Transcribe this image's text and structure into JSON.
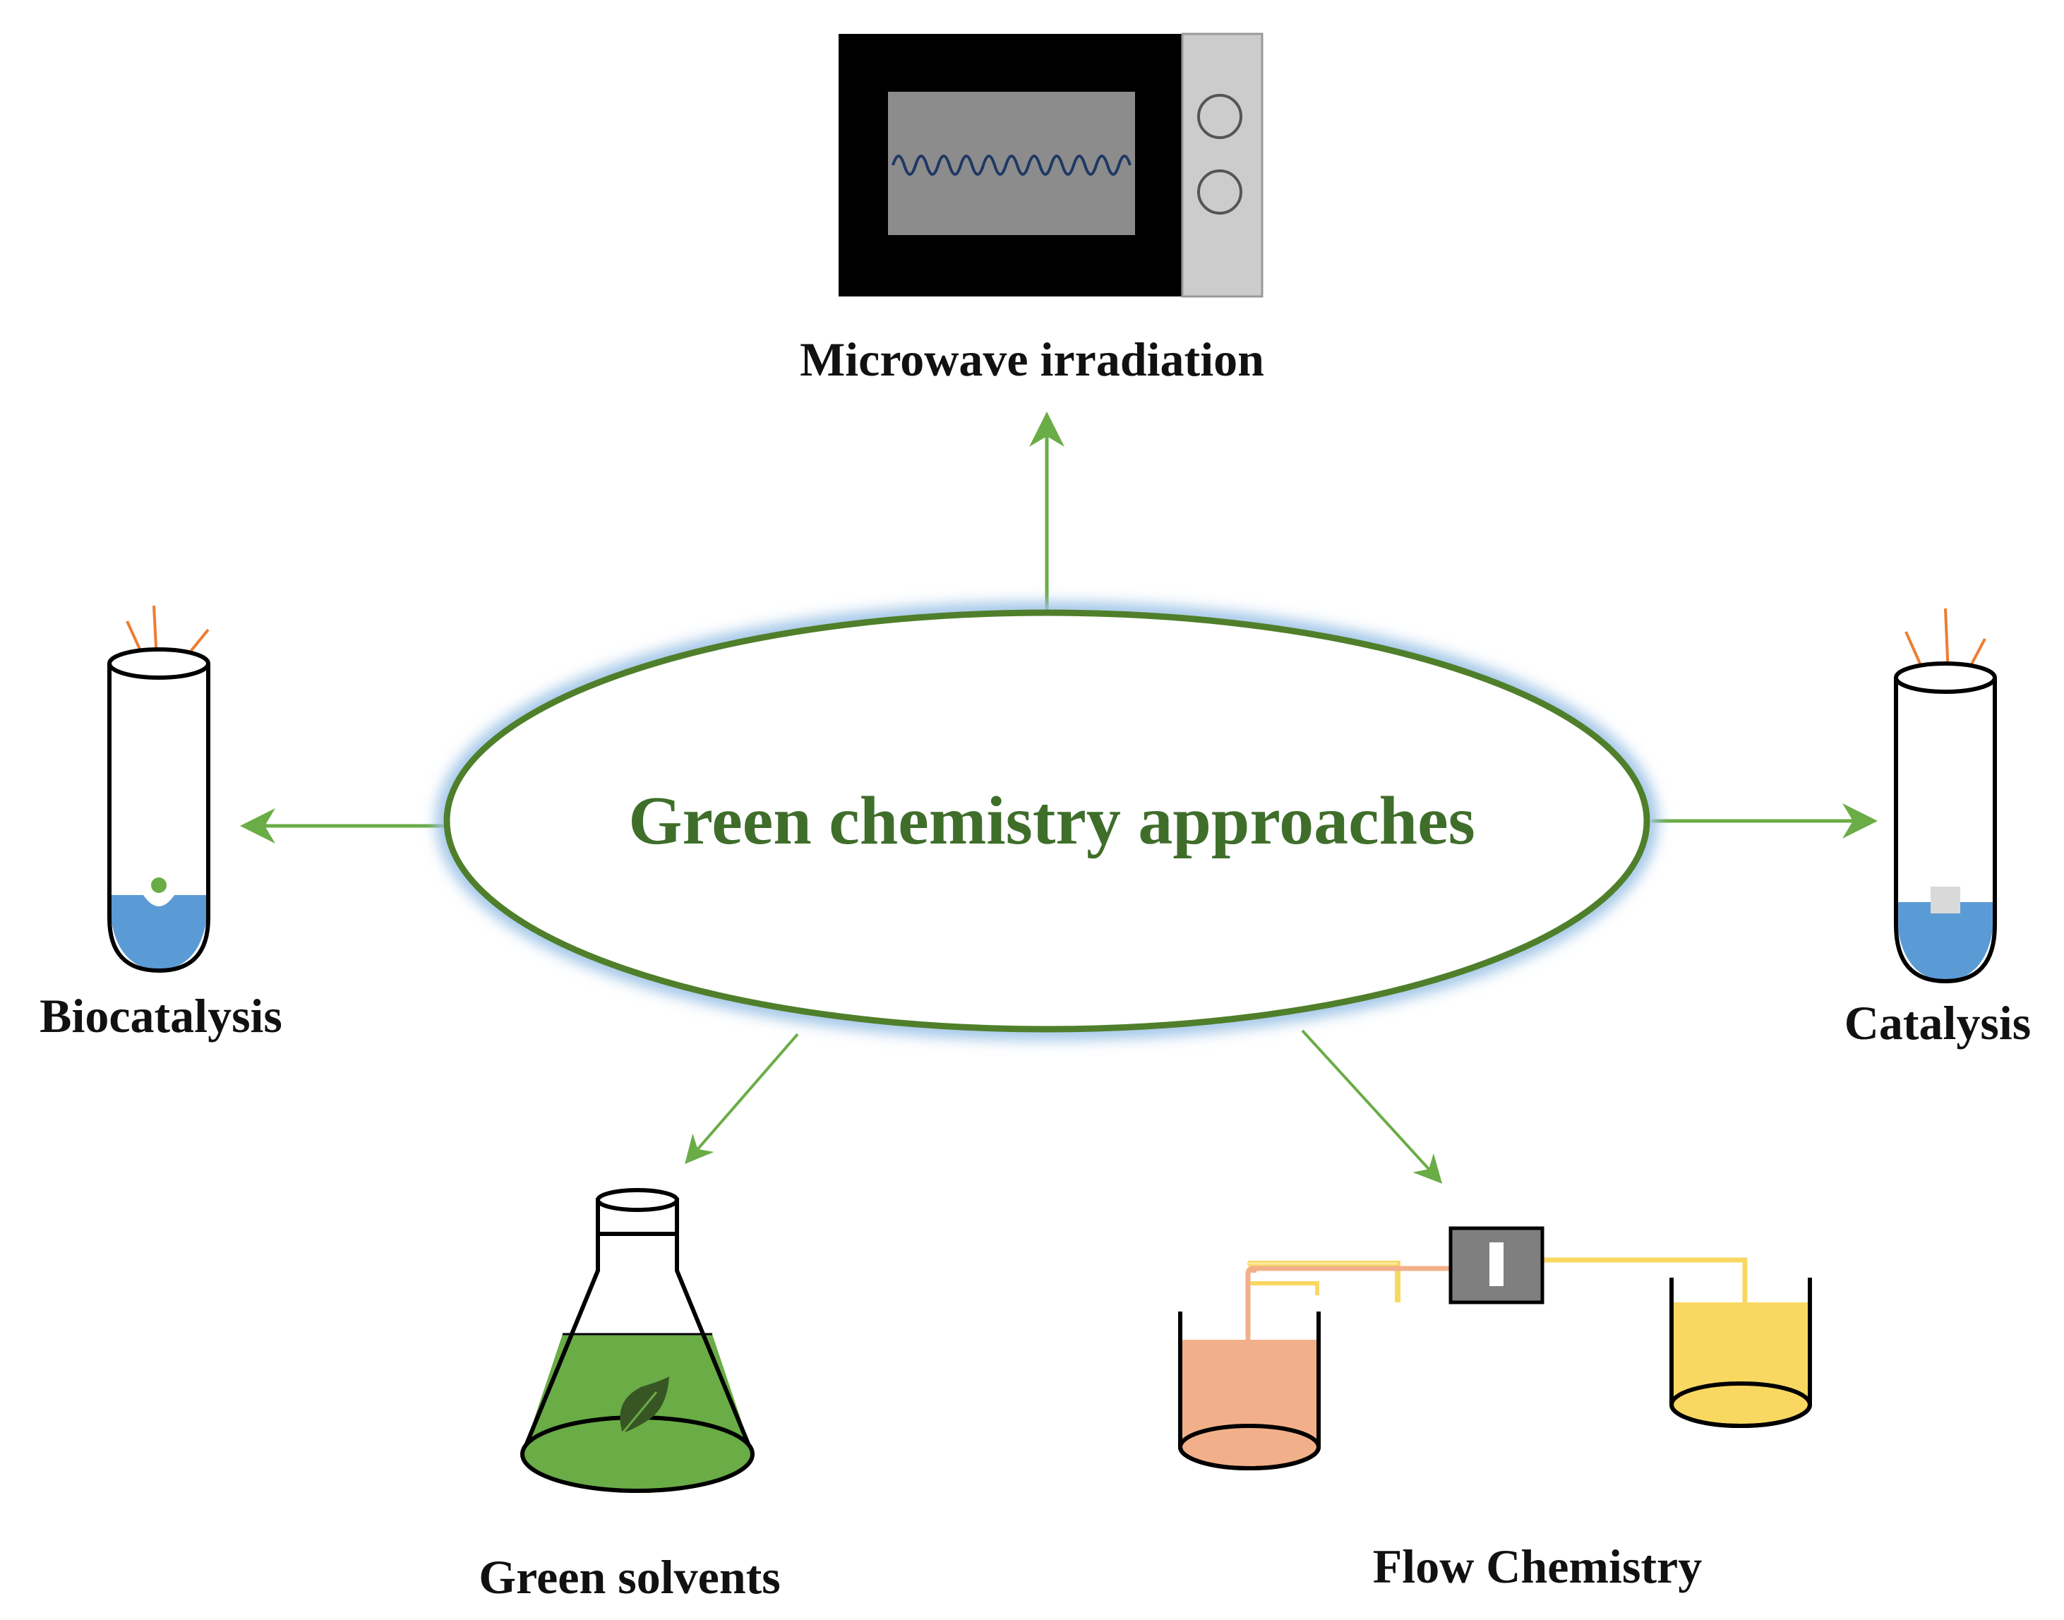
{
  "diagram": {
    "center_title": "Green chemistry approaches",
    "nodes": [
      {
        "id": "microwave",
        "label": "Microwave irradiation",
        "icon": "microwave-icon"
      },
      {
        "id": "biocatalysis",
        "label": "Biocatalysis",
        "icon": "test-tube-enzyme-icon"
      },
      {
        "id": "catalysis",
        "label": "Catalysis",
        "icon": "test-tube-catalyst-icon"
      },
      {
        "id": "green_solvents",
        "label": "Green solvents",
        "icon": "flask-leaf-icon"
      },
      {
        "id": "flow_chemistry",
        "label": "Flow Chemistry",
        "icon": "flow-reactor-icon"
      }
    ]
  },
  "colors": {
    "title_green": "#3f6e2b",
    "ellipse_stroke": "#4f7f2a",
    "ellipse_glow": "#9cc3e6",
    "arrow_green": "#6aac46",
    "liquid_blue": "#5b9bd5",
    "solvent_green": "#6aac46",
    "orange_liquid": "#f2b08a",
    "yellow_liquid": "#f9d862",
    "microwave_body": "#000000",
    "microwave_panel": "#cccccc",
    "microwave_window": "#8c8c8c",
    "wave_color": "#1f3864"
  }
}
